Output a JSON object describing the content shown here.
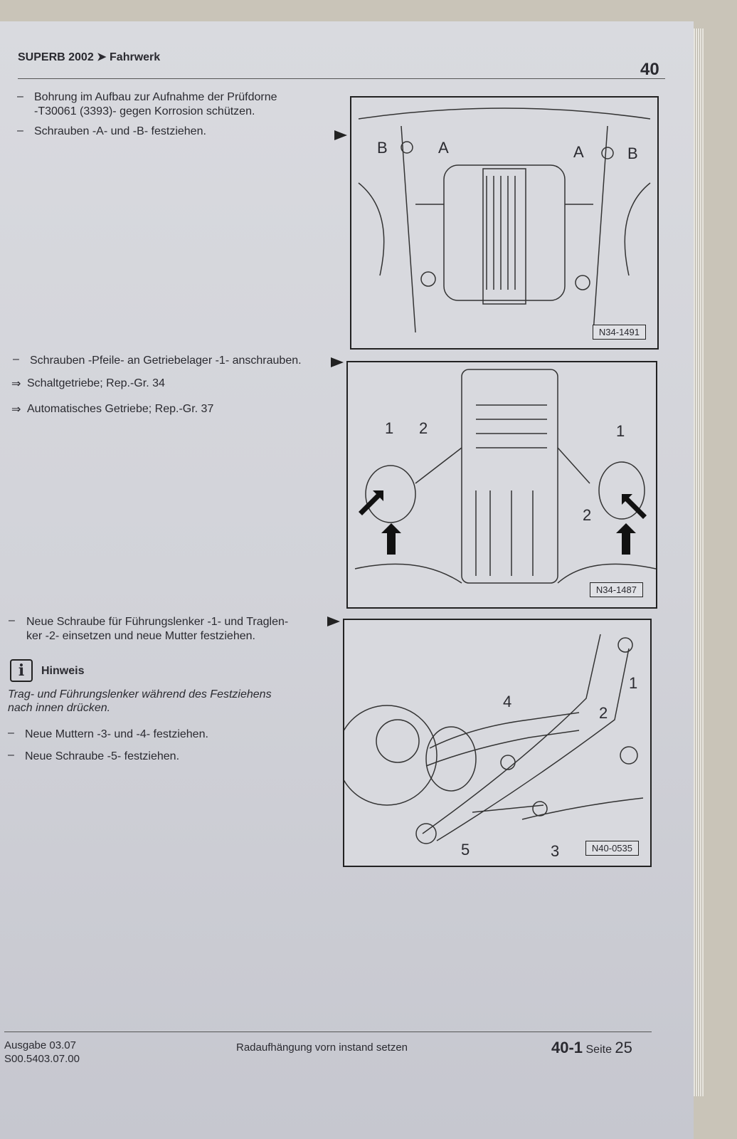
{
  "header": {
    "breadcrumb": "SUPERB 2002 ➤ Fahrwerk",
    "group_number": "40"
  },
  "steps1": [
    {
      "bullet": "–",
      "text": "Bohrung im Aufbau zur Aufnahme der Prüfdorne",
      "text2": "-T30061 (3393)- gegen Korrosion schützen."
    },
    {
      "bullet": "–",
      "text": "Schrauben -A- und -B- festziehen."
    }
  ],
  "steps2": [
    {
      "bullet": "–",
      "text": "Schrauben -Pfeile- an Getriebelager -1- anschrauben."
    },
    {
      "bullet": "⇒",
      "text": "Schaltgetriebe; Rep.-Gr. 34"
    },
    {
      "bullet": "⇒",
      "text": "Automatisches Getriebe; Rep.-Gr. 37"
    }
  ],
  "steps3": [
    {
      "bullet": "–",
      "text": "Neue Schraube für Führungslenker -1- und Traglen-",
      "text2": "ker -2- einsetzen und neue Mutter festziehen."
    }
  ],
  "note": {
    "icon": "info-icon",
    "title": "Hinweis",
    "text": "Trag- und Führungslenker während des Festziehens",
    "text2": "nach innen drücken."
  },
  "steps4": [
    {
      "bullet": "–",
      "text": "Neue Muttern -3- und -4- festziehen."
    },
    {
      "bullet": "–",
      "text": "Neue Schraube -5- festziehen."
    }
  ],
  "figures": [
    {
      "id": "N34-1491",
      "labels": [
        "B",
        "A",
        "A",
        "B"
      ]
    },
    {
      "id": "N34-1487",
      "labels": [
        "1",
        "2",
        "1",
        "2"
      ]
    },
    {
      "id": "N40-0535",
      "labels": [
        "1",
        "2",
        "4",
        "5",
        "3"
      ]
    }
  ],
  "footer": {
    "edition": "Ausgabe 03.07",
    "code": "S00.5403.07.00",
    "title": "Radaufhängung vorn instand setzen",
    "section": "40-1",
    "page_label": "Seite",
    "page": "25"
  }
}
